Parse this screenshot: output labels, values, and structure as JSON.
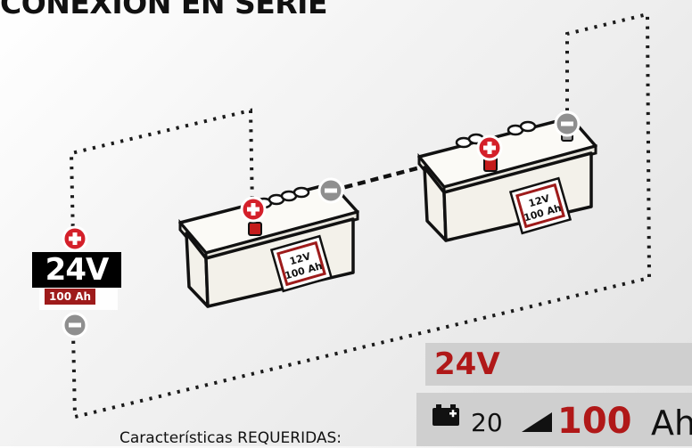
{
  "title": "CONEXIÓN EN SERIE",
  "output": {
    "voltage": "24V",
    "capacity": "100 Ah"
  },
  "batteries": [
    {
      "voltage": "12V",
      "capacity": "100 Ah"
    },
    {
      "voltage": "12V",
      "capacity": "100 Ah"
    }
  ],
  "terminals": {
    "positive": "+",
    "negative": "−"
  },
  "requirements": {
    "label": "Características REQUERIDAS:",
    "voltage": "24V",
    "hours": "20",
    "capacity_value": "100",
    "capacity_unit": "Ah"
  },
  "colors": {
    "accent_red": "#b01818",
    "terminal_red": "#d4202a",
    "terminal_gray": "#8f8f8f",
    "panel_gray": "#cfcfcf"
  }
}
